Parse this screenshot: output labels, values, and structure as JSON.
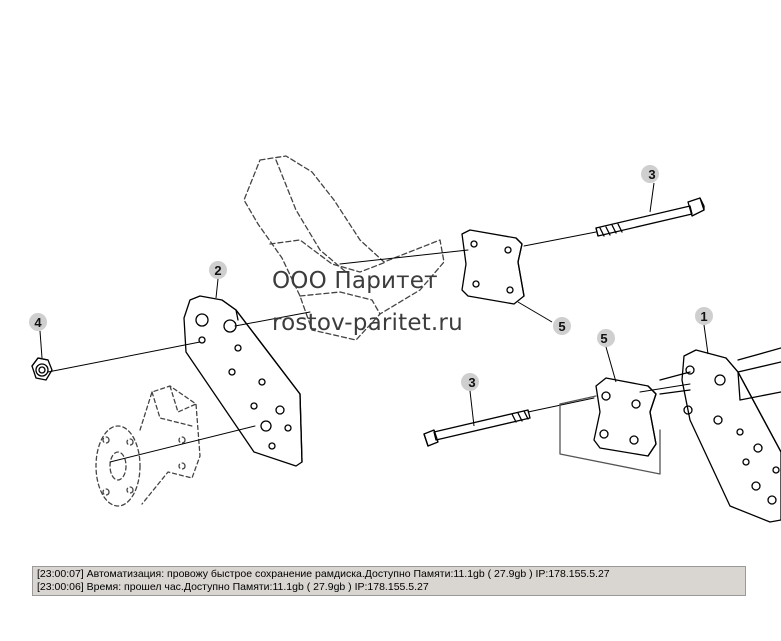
{
  "callouts": {
    "part_1": "1",
    "part_2": "2",
    "part_3_top": "3",
    "part_3_bottom": "3",
    "part_4": "4",
    "part_5_top": "5",
    "part_5_bottom": "5"
  },
  "watermark": {
    "company": "ООО Паритет",
    "site": "rostov-paritet.ru"
  },
  "log": {
    "lines": [
      "[23:00:07]  Автоматизация: провожу быстрое сохранение рамдиска.Доступно Памяти:11.1gb  ( 27.9gb ) IP:178.155.5.27",
      "[23:00:06]  Время: прошел час.Доступно Памяти:11.1gb  ( 27.9gb ) IP:178.155.5.27"
    ]
  }
}
